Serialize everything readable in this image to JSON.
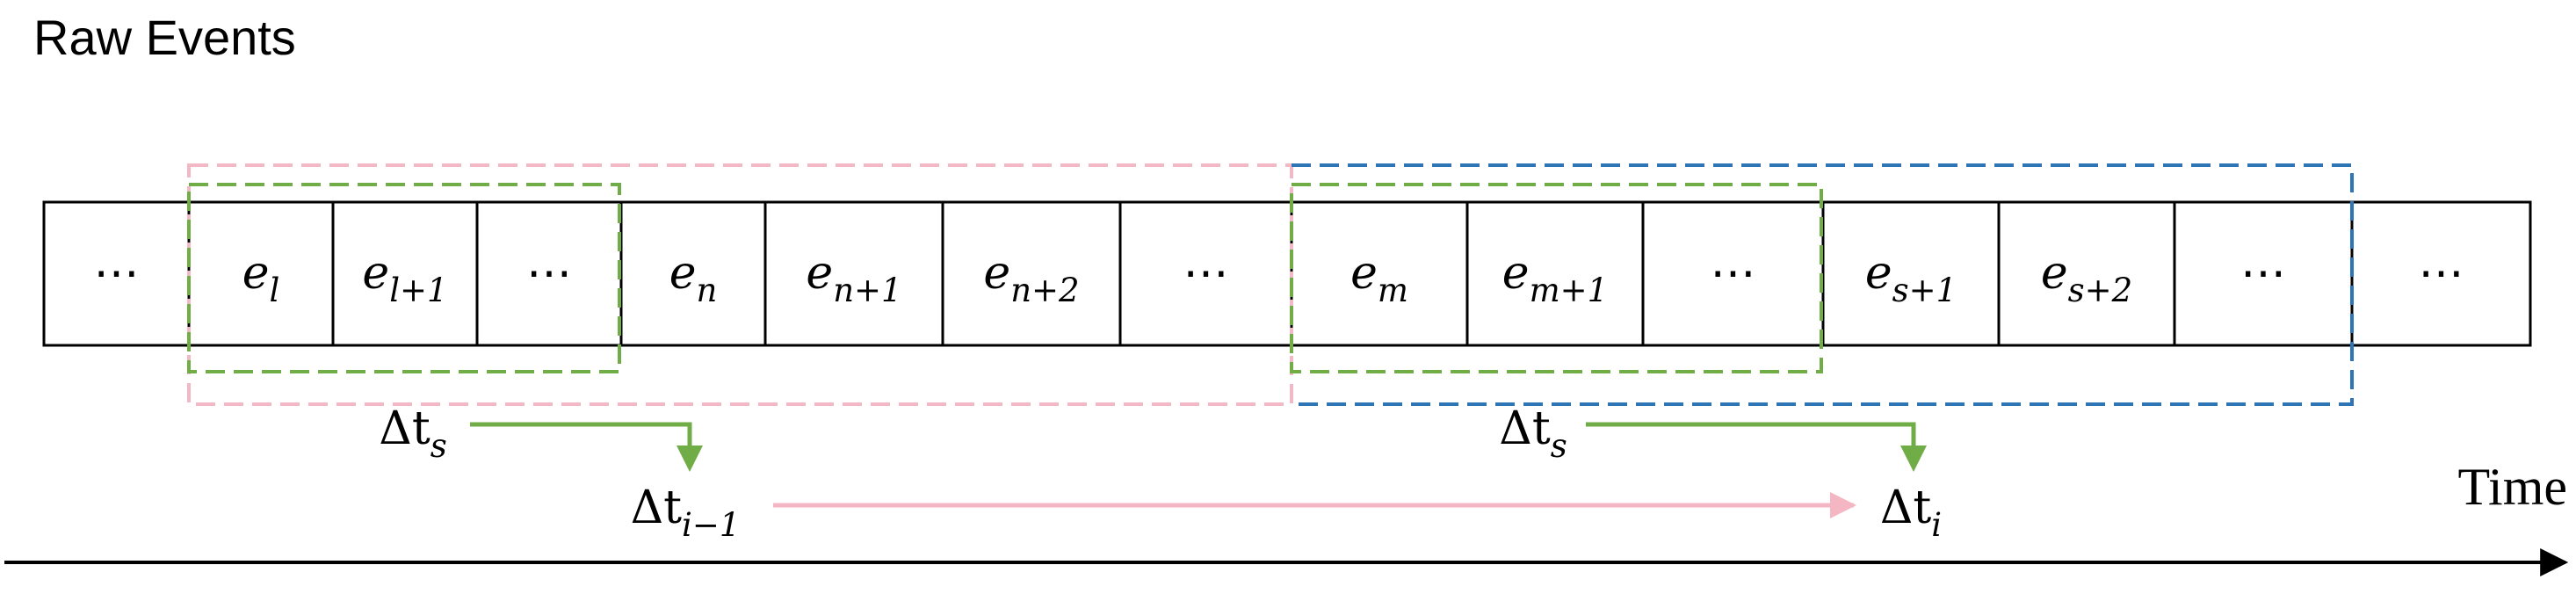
{
  "title": "Raw Events",
  "axis_label": "Time",
  "cells": [
    {
      "base": "⋯",
      "sub": ""
    },
    {
      "base": "e",
      "sub": "l"
    },
    {
      "base": "e",
      "sub": "l+1"
    },
    {
      "base": "⋯",
      "sub": ""
    },
    {
      "base": "e",
      "sub": "n"
    },
    {
      "base": "e",
      "sub": "n+1"
    },
    {
      "base": "e",
      "sub": "n+2"
    },
    {
      "base": "⋯",
      "sub": ""
    },
    {
      "base": "e",
      "sub": "m"
    },
    {
      "base": "e",
      "sub": "m+1"
    },
    {
      "base": "⋯",
      "sub": ""
    },
    {
      "base": "e",
      "sub": "s+1"
    },
    {
      "base": "e",
      "sub": "s+2"
    },
    {
      "base": "⋯",
      "sub": ""
    },
    {
      "base": "⋯",
      "sub": ""
    }
  ],
  "labels": {
    "dt_s_left": {
      "base": "Δt",
      "sub": "s"
    },
    "dt_s_right": {
      "base": "Δt",
      "sub": "s"
    },
    "dt_i_minus_1": {
      "base": "Δt",
      "sub": "i−1"
    },
    "dt_i": {
      "base": "Δt",
      "sub": "i"
    }
  },
  "colors": {
    "pink": "#f2b8c6",
    "blue": "#2e75b6",
    "green": "#70ad47",
    "arrow_pink": "#f4b6c2",
    "black": "#000000"
  }
}
